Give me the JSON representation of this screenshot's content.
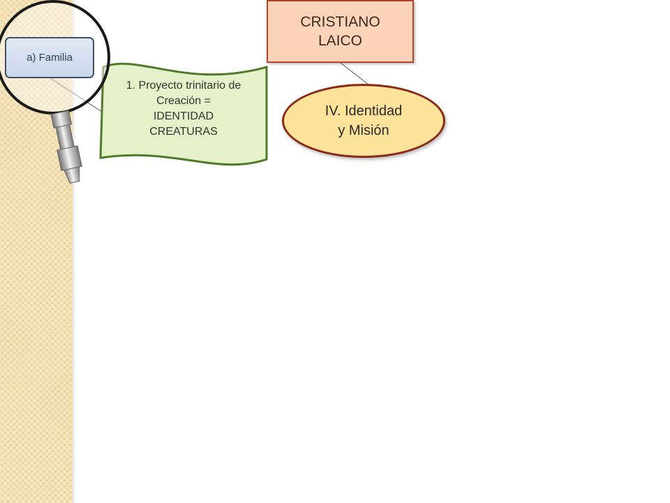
{
  "diagram": {
    "laico_box": {
      "line1": "CRISTIANO",
      "line2": "LAICO",
      "fill": "#fbd3b9",
      "border": "#b5432a"
    },
    "identidad_node": {
      "line1": "IV. Identidad",
      "line2": "y Misión",
      "fill": "#fde39a",
      "border": "#8a2a15"
    },
    "proyecto_flag": {
      "line1": "1. Proyecto trinitario de",
      "line2": "Creación =",
      "line3": "IDENTIDAD",
      "line4": "CREATURAS",
      "fill": "#e5f1c9",
      "border": "#4f7a2a"
    },
    "familia_box": {
      "label": "a) Familia",
      "fill": "#d5deee",
      "border": "#3f4f65"
    },
    "magnifier": {
      "icon": "magnifying-glass-icon"
    }
  }
}
